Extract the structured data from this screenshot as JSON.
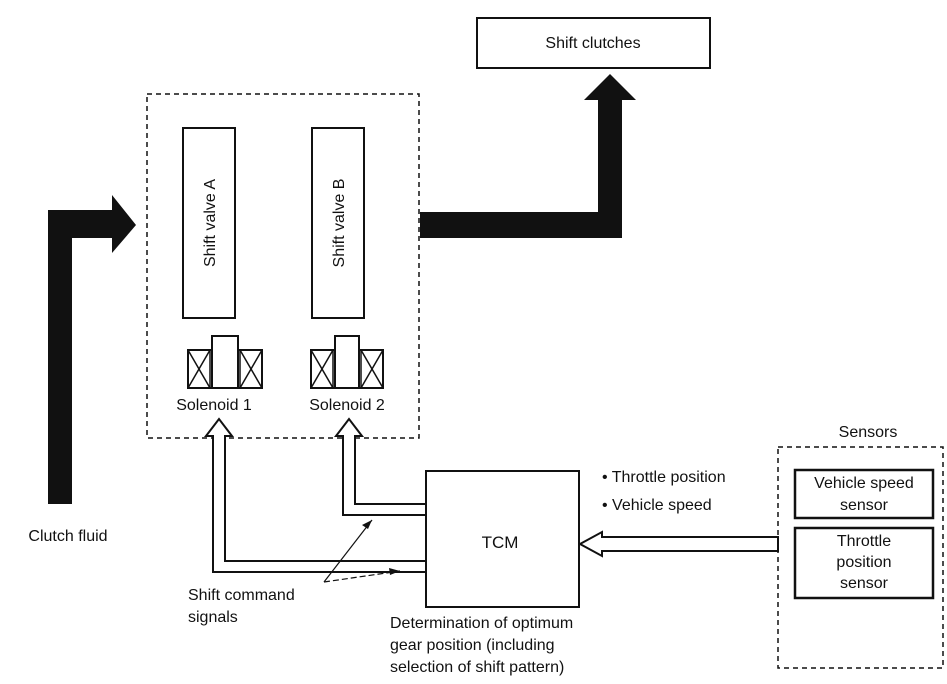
{
  "diagram": {
    "top_box_label": "Shift clutches",
    "valve_a_label": "Shift valve A",
    "valve_b_label": "Shift valve B",
    "solenoid_1_label": "Solenoid 1",
    "solenoid_2_label": "Solenoid 2",
    "clutch_fluid_label": "Clutch fluid",
    "tcm_label": "TCM",
    "sensors_title": "Sensors",
    "vehicle_speed_sensor_line1": "Vehicle speed",
    "vehicle_speed_sensor_line2": "sensor",
    "throttle_sensor_line1": "Throttle",
    "throttle_sensor_line2": "position",
    "throttle_sensor_line3": "sensor",
    "input_bullet_1": "• Throttle position",
    "input_bullet_2": "• Vehicle speed",
    "shift_signals_line1": "Shift command",
    "shift_signals_line2": "signals",
    "determination_line1": "Determination of optimum",
    "determination_line2": "gear position (including",
    "determination_line3": "selection of shift pattern)"
  },
  "colors": {
    "ink": "#111111",
    "background": "#ffffff"
  }
}
